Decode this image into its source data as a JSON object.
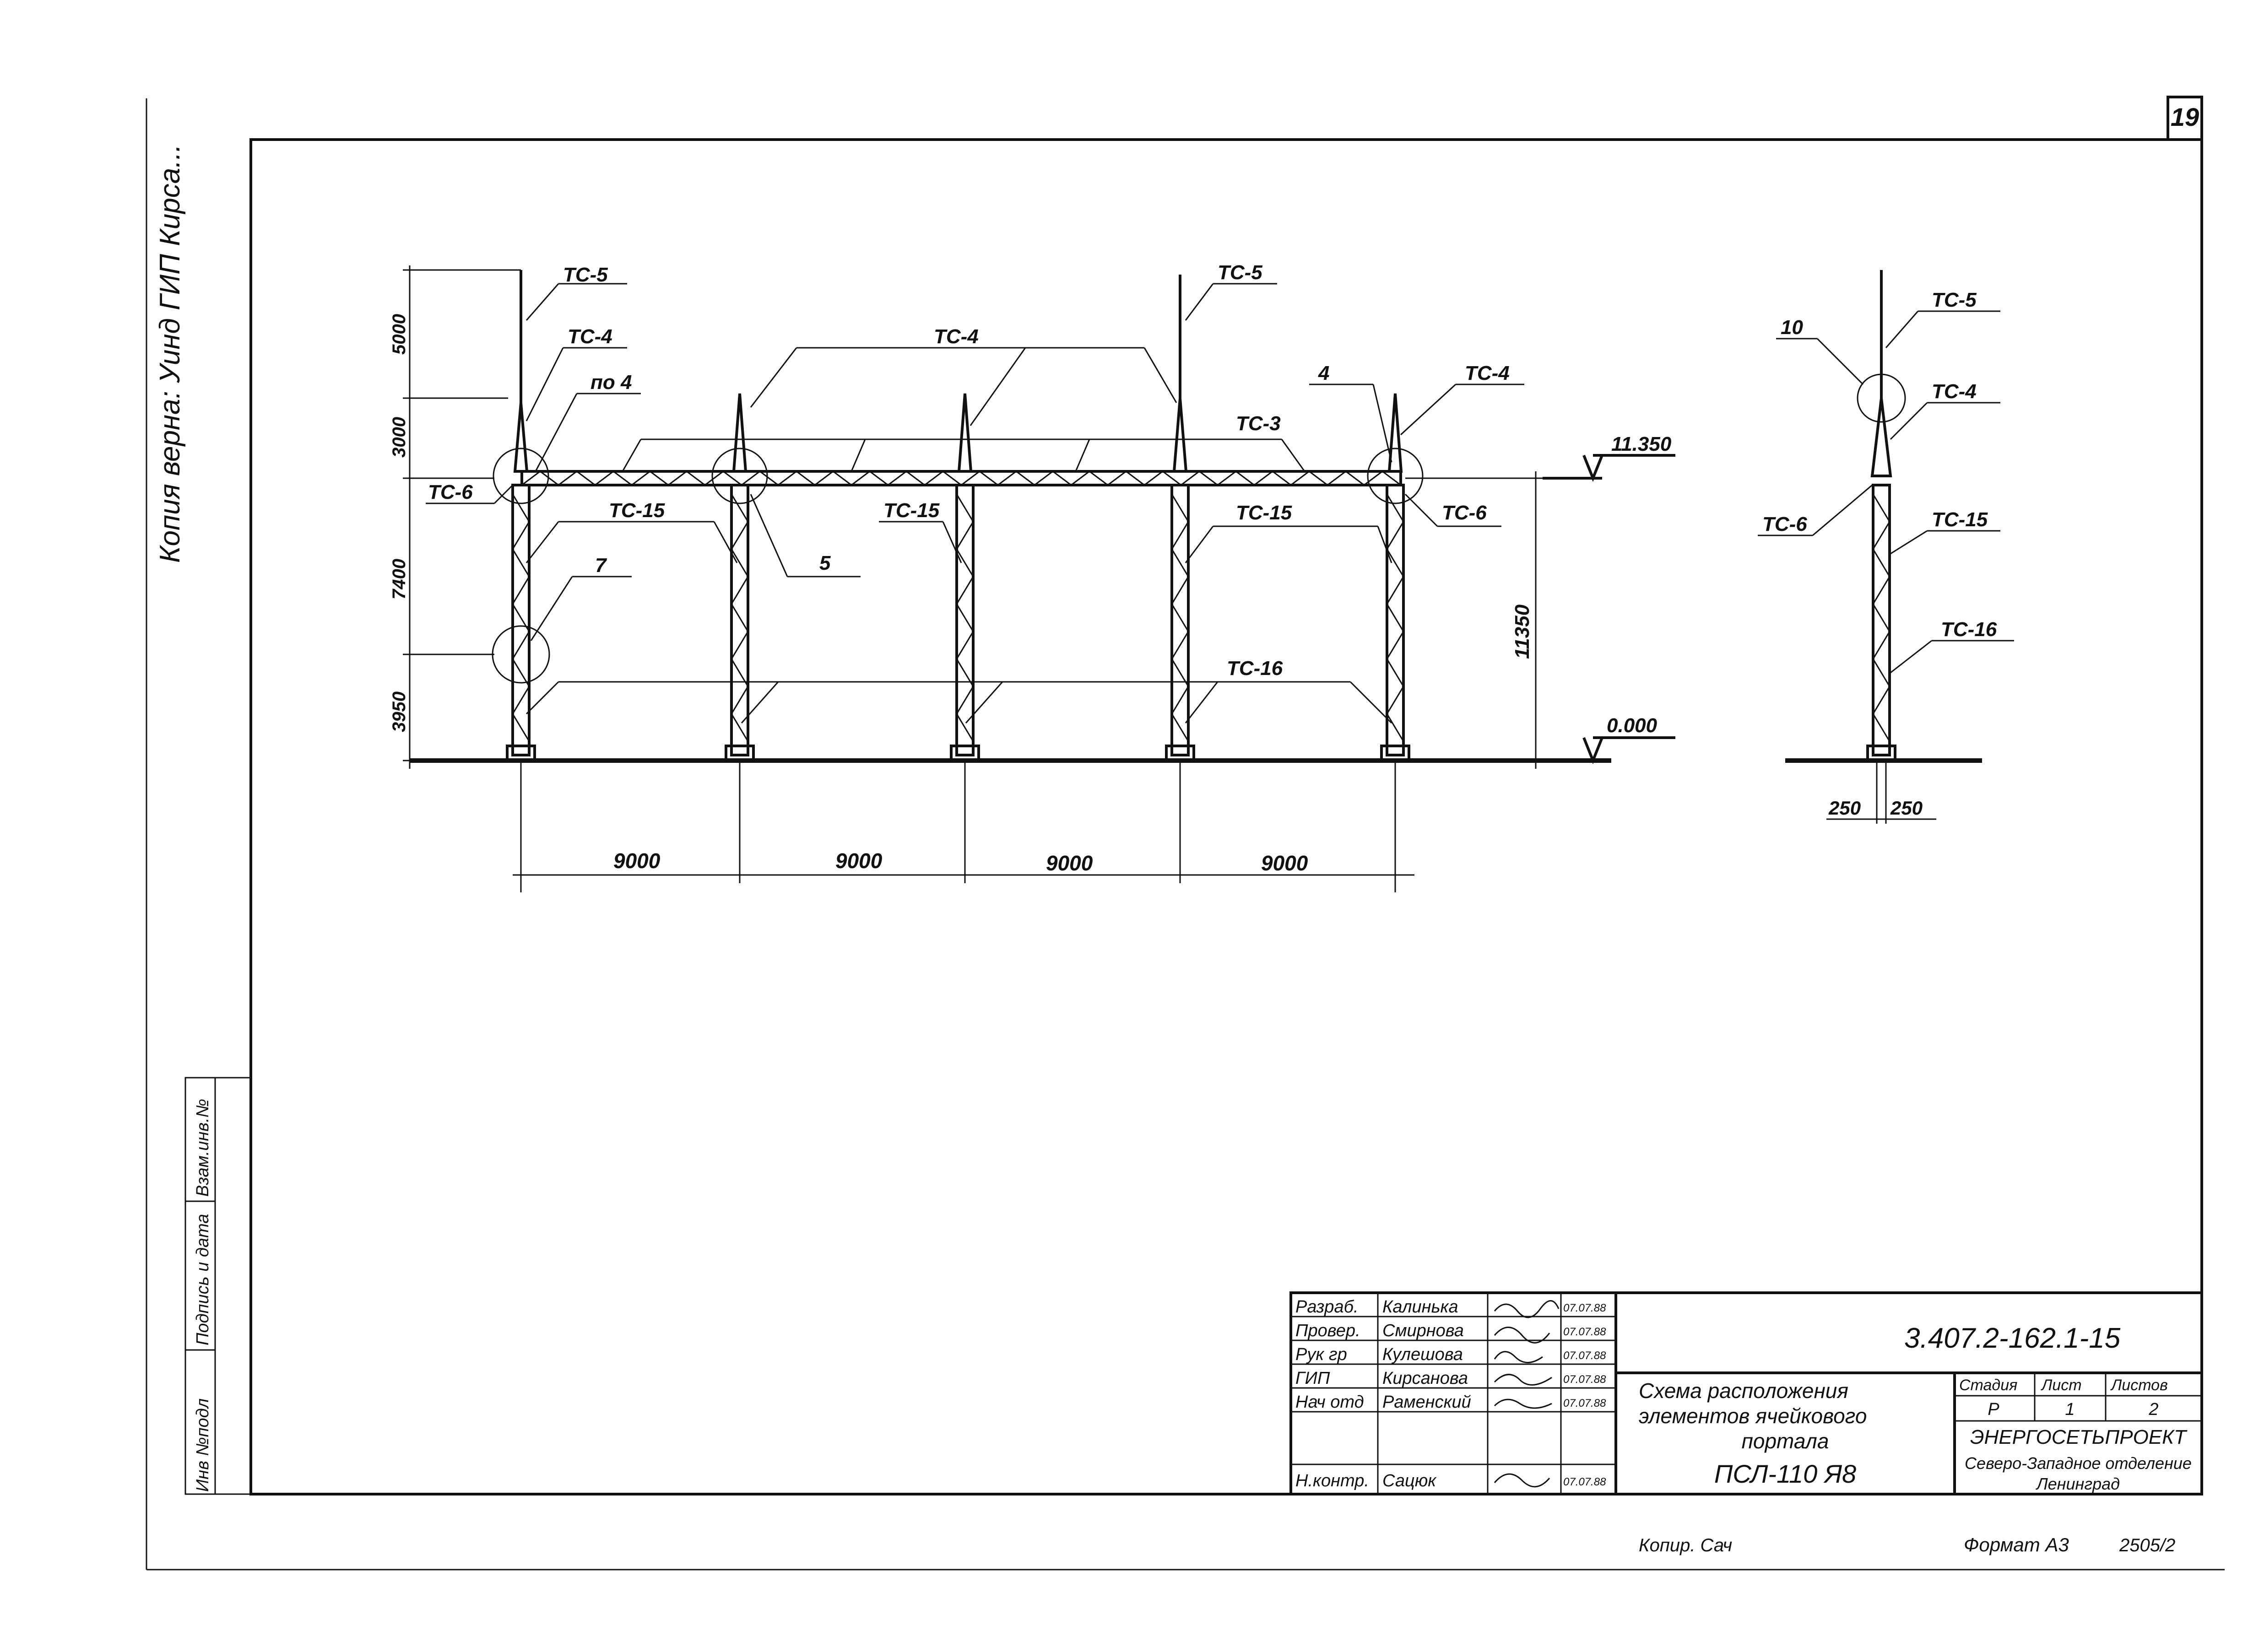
{
  "sheet_number": "19",
  "side_note": "Копия верна: Уинд ГИП Кирса...",
  "left_strip": [
    "Инв №подл",
    "Подпись и дата",
    "Взам.инв.№"
  ],
  "front_view": {
    "labels": {
      "tc5_left": "ТС-5",
      "tc4_left": "ТС-4",
      "po4": "по 4",
      "tc4_mid": "ТС-4",
      "tc5_mid": "ТС-5",
      "num4": "4",
      "tc4_right": "ТС-4",
      "tc3": "ТС-3",
      "tc6_left": "ТС-6",
      "tc15_a": "ТС-15",
      "num5": "5",
      "tc15_b": "ТС-15",
      "tc15_c": "ТС-15",
      "tc6_right": "ТС-6",
      "num7": "7",
      "tc16": "ТС-16"
    },
    "left_dims": [
      "5000",
      "3000",
      "7400",
      "3950"
    ],
    "height_dim": "11350",
    "elev_top": "11.350",
    "elev_zero": "0.000",
    "spans": [
      "9000",
      "9000",
      "9000",
      "9000"
    ]
  },
  "side_view": {
    "labels": {
      "num10": "10",
      "tc5": "ТС-5",
      "tc4": "ТС-4",
      "tc6": "ТС-6",
      "tc15": "ТС-15",
      "tc16": "ТС-16"
    },
    "dims": [
      "250",
      "250"
    ]
  },
  "title_block": {
    "roles": [
      "Разраб.",
      "Провер.",
      "Рук гр",
      "ГИП",
      "Нач отд",
      "",
      "Н.контр."
    ],
    "names": [
      "Калинька",
      "Смирнова",
      "Кулешова",
      "Кирсанова",
      "Раменский",
      "",
      "Сацюк"
    ],
    "dates": [
      "07.07.88",
      "07.07.88",
      "07.07.88",
      "07.07.88",
      "07.07.88",
      "",
      "07.07.88"
    ],
    "doc_code": "3.407.2-162.1-15",
    "title_line1": "Схема расположения",
    "title_line2": "элементов ячейкового",
    "title_line3": "портала",
    "title_line4": "ПСЛ-110 Я8",
    "stage_h": "Стадия",
    "sheet_h": "Лист",
    "sheets_h": "Листов",
    "stage_v": "Р",
    "sheet_v": "1",
    "sheets_v": "2",
    "org1": "ЭНЕРГОСЕТЬПРОЕКТ",
    "org2": "Северо-Западное отделение",
    "org3": "Ленинград"
  },
  "footer": {
    "copied": "Копир. Сач",
    "format": "Формат А3",
    "number": "2505/2"
  }
}
